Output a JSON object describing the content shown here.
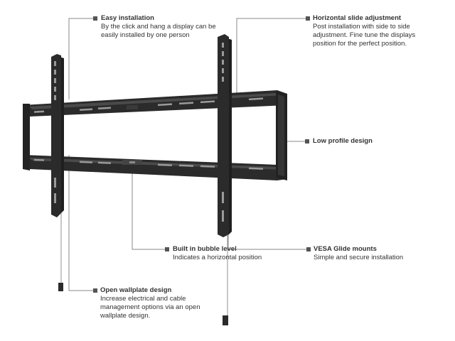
{
  "callouts": {
    "easy_installation": {
      "title": "Easy installation",
      "desc": "By the click and hang a display can be easily installed by one person"
    },
    "horizontal_slide": {
      "title": "Horizontal slide adjustment",
      "desc": "Post installation with side to side adjustment. Fine tune the displays position for the perfect position."
    },
    "low_profile": {
      "title": "Low profile design",
      "desc": ""
    },
    "bubble_level": {
      "title": "Built in bubble level",
      "desc": "Indicates a horizontal position"
    },
    "vesa_glide": {
      "title": "VESA Glide mounts",
      "desc": "Simple and secure installation"
    },
    "open_wallplate": {
      "title": "Open wallplate design",
      "desc": "Increase electrical and cable management options via an open wallplate design."
    }
  },
  "colors": {
    "metal": "#2b2b2b",
    "metal_highlight": "#4a4a4a",
    "slot": "#9a9a9a",
    "leader": "#888888",
    "marker": "#555555",
    "text": "#333333"
  },
  "icons": {
    "callout_marker": "square-bullet-icon"
  }
}
